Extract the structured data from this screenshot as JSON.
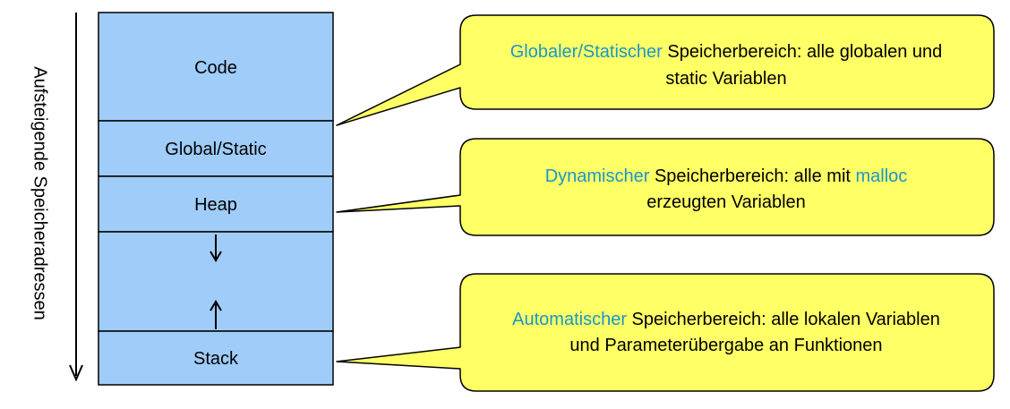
{
  "vertical_label": "Aufsteigende Speicheradressen",
  "colors": {
    "segment_fill": "#9fccf8",
    "callout_fill": "#ffff66",
    "highlight_text": "#1a96c8",
    "outline": "#000000"
  },
  "segments": [
    {
      "label": "Code"
    },
    {
      "label": "Global/Static"
    },
    {
      "label": "Heap"
    },
    {
      "label": ""
    },
    {
      "label": "Stack"
    }
  ],
  "callouts": [
    {
      "line1": [
        {
          "text": "Globaler/Statischer",
          "highlight": true
        },
        {
          "text": " Speicherbereich: alle globalen und",
          "highlight": false
        }
      ],
      "line2": [
        {
          "text": "static Variablen",
          "highlight": false
        }
      ]
    },
    {
      "line1": [
        {
          "text": "Dynamischer",
          "highlight": true
        },
        {
          "text": " Speicherbereich: alle mit ",
          "highlight": false
        },
        {
          "text": "malloc",
          "highlight": true
        }
      ],
      "line2": [
        {
          "text": "erzeugten Variablen",
          "highlight": false
        }
      ]
    },
    {
      "line1": [
        {
          "text": "Automatischer",
          "highlight": true
        },
        {
          "text": " Speicherbereich: alle lokalen Variablen",
          "highlight": false
        }
      ],
      "line2": [
        {
          "text": "und Parameterübergabe an Funktionen",
          "highlight": false
        }
      ]
    }
  ]
}
